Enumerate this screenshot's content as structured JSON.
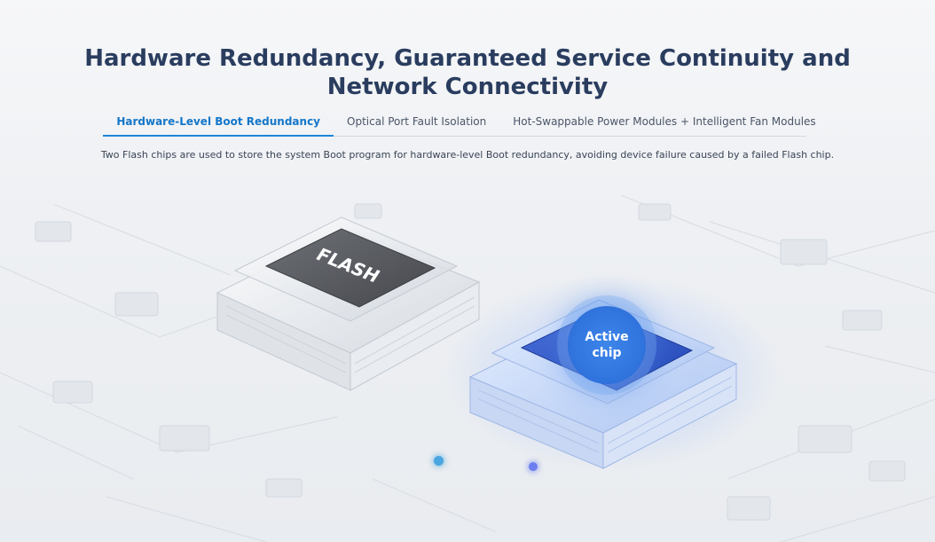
{
  "title": {
    "line1": "Hardware Redundancy, Guaranteed Service Continuity and",
    "line2": "Network Connectivity"
  },
  "tabs": [
    {
      "label": "Hardware-Level Boot Redundancy",
      "active": true
    },
    {
      "label": "Optical Port Fault Isolation",
      "active": false
    },
    {
      "label": "Hot-Swappable Power Modules + Intelligent Fan Modules",
      "active": false
    }
  ],
  "description": "Two Flash chips are used to store the system Boot program for hardware-level Boot redundancy, avoiding device failure caused by a failed Flash chip.",
  "chips": {
    "standby_text": "FLASH",
    "active_label_line1": "Active",
    "active_label_line2": "chip"
  },
  "colors": {
    "title": "#2a3d5f",
    "tab_active": "#1376c8",
    "active_chip": "#2f72dc",
    "standby_chip": "#5a5c62"
  }
}
